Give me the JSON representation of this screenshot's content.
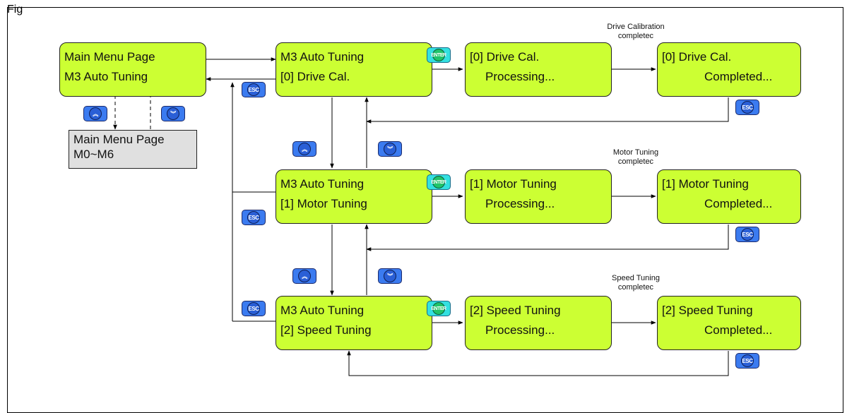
{
  "figure_label": "Fig",
  "main_menu": {
    "line1": "Main Menu Page",
    "line2": "M3  Auto Tuning"
  },
  "sub_menu": {
    "line1": "Main Menu Page",
    "line2": "M0~M6"
  },
  "rows": [
    {
      "menu_line1": "M3  Auto Tuning",
      "menu_index": "[0]",
      "menu_item": " Drive Cal.",
      "proc_index": "[0]",
      "proc_item": " Drive Cal.",
      "proc_status": "Processing...",
      "done_index": "[0]",
      "done_item": " Drive Cal.",
      "done_status": "Completed...",
      "note_line1": "Drive Calibration",
      "note_line2": "completec"
    },
    {
      "menu_line1": "M3  Auto Tuning",
      "menu_index": "[1]",
      "menu_item": " Motor Tuning",
      "proc_index": "[1]",
      "proc_item": " Motor Tuning",
      "proc_status": "Processing...",
      "done_index": "[1]",
      "done_item": " Motor Tuning",
      "done_status": "Completed...",
      "note_line1": "Motor Tuning",
      "note_line2": "completec"
    },
    {
      "menu_line1": "M3  Auto Tuning",
      "menu_index": "[2]",
      "menu_item": " Speed Tuning",
      "proc_index": "[2]",
      "proc_item": " Speed Tuning",
      "proc_status": "Processing...",
      "done_index": "[2]",
      "done_item": " Speed Tuning",
      "done_status": "Completed...",
      "note_line1": "Speed Tuning",
      "note_line2": "completec"
    }
  ],
  "buttons": {
    "esc": "ESC",
    "enter": "ENTER",
    "up": "up-arrow",
    "down": "down-arrow"
  },
  "colors": {
    "box": "#ccff33",
    "gray_box": "#e0e0e0",
    "esc_button": "#3b7bf0",
    "enter_button": "#33e0e0"
  }
}
